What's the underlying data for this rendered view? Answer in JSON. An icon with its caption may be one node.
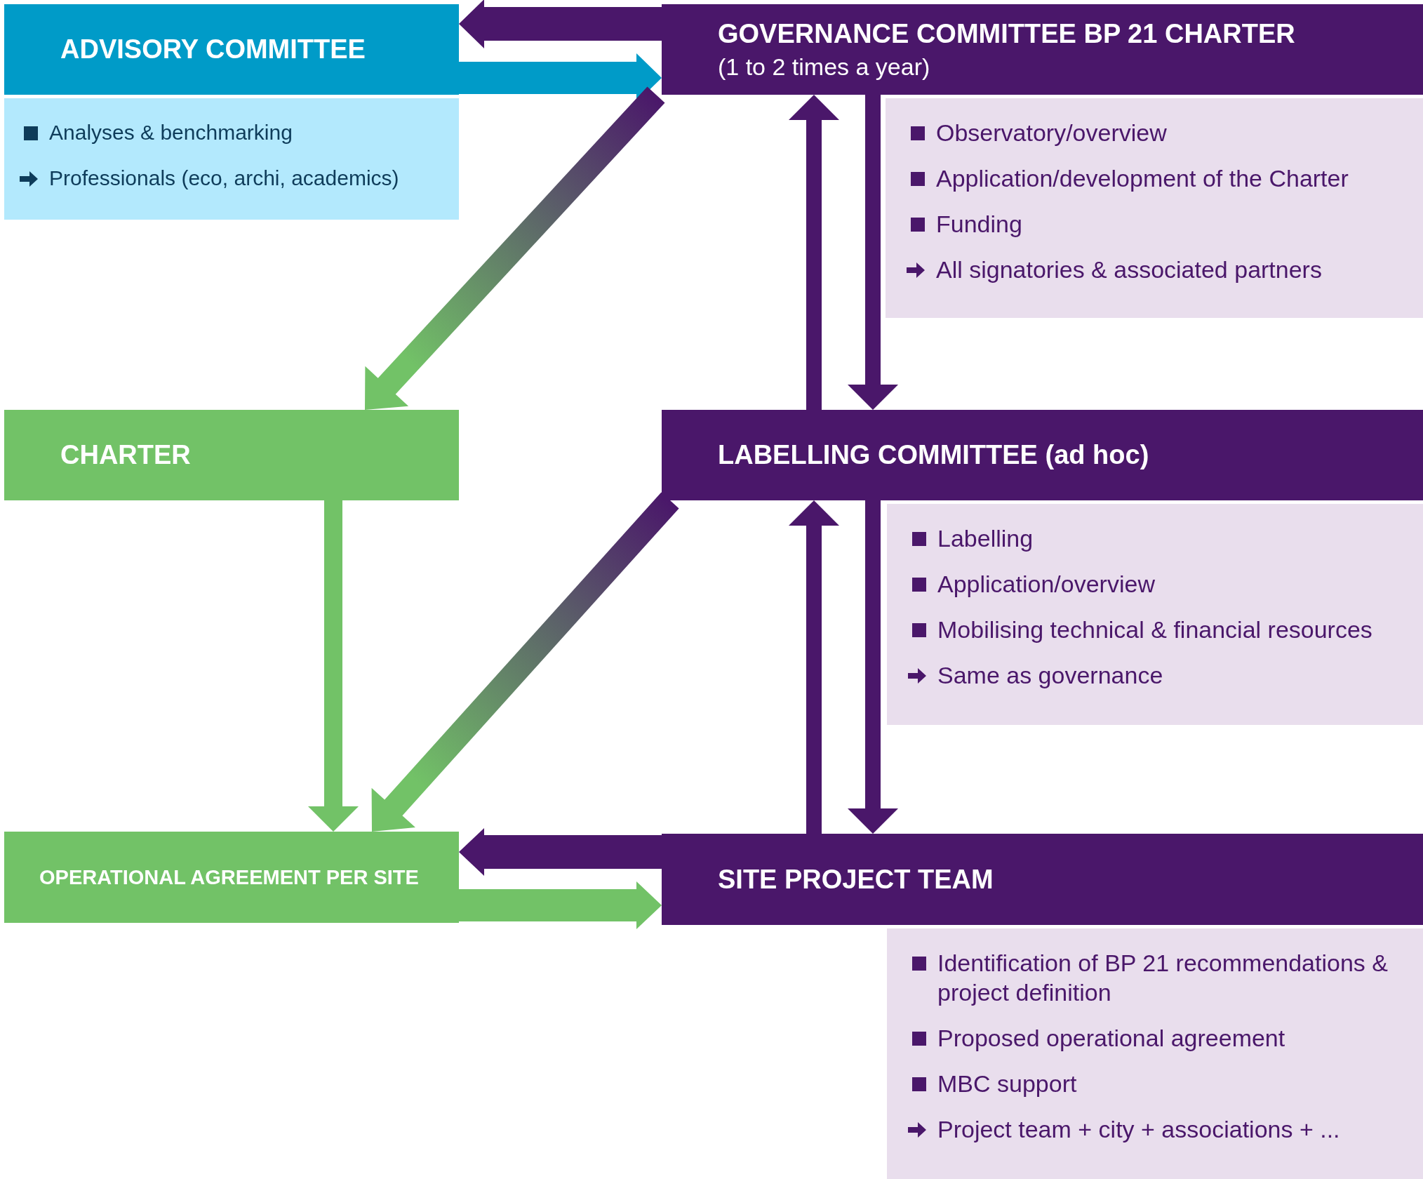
{
  "diagram": {
    "nodes": [
      {
        "text": [
          "ADVISORY COMMITTEE"
        ]
      },
      {
        "text": [
          "Analyses & benchmarking",
          "Professionals (eco, archi, academics)"
        ]
      },
      {
        "text": [
          "GOVERNANCE COMMITTEE BP 21 CHARTER",
          "(1 to 2 times a year)"
        ]
      },
      {
        "text": [
          "Observatory/overview",
          "Application/development of the Charter",
          "Funding",
          "All signatories & associated partners"
        ]
      },
      {
        "text": [
          "CHARTER"
        ]
      },
      {
        "text": [
          "LABELLING COMMITTEE (ad hoc)"
        ]
      },
      {
        "text": [
          "Labelling",
          "Application/overview",
          "Mobilising technical & financial resources",
          "Same as governance"
        ]
      },
      {
        "text": [
          "OPERATIONAL AGREEMENT PER SITE"
        ]
      },
      {
        "text": [
          "SITE PROJECT TEAM"
        ]
      },
      {
        "text": [
          "Identification of BP 21 recommendations & project definition",
          "Proposed operational agreement",
          "MBC support",
          "Project team + city + associations + ..."
        ]
      }
    ],
    "edges": [
      {
        "from": 2,
        "to": 0,
        "arrow": "to",
        "style": "thick"
      },
      {
        "from": 0,
        "to": 2,
        "arrow": "to",
        "style": "thick",
        "color": "#009bc8"
      },
      {
        "from": 2,
        "to": 4,
        "arrow": "to",
        "style": "thick",
        "color": "#72c267"
      },
      {
        "from": 5,
        "to": 2,
        "arrow": "to",
        "style": "thick"
      },
      {
        "from": 2,
        "to": 5,
        "arrow": "to",
        "style": "thick"
      },
      {
        "from": 4,
        "to": 7,
        "arrow": "to",
        "style": "thick",
        "color": "#72c267"
      },
      {
        "from": 5,
        "to": 7,
        "arrow": "to",
        "style": "thick",
        "color": "#72c267"
      },
      {
        "from": 8,
        "to": 5,
        "arrow": "to",
        "style": "thick"
      },
      {
        "from": 5,
        "to": 8,
        "arrow": "to",
        "style": "thick"
      },
      {
        "from": 8,
        "to": 7,
        "arrow": "to",
        "style": "thick"
      },
      {
        "from": 7,
        "to": 8,
        "arrow": "to",
        "style": "thick",
        "color": "#72c267"
      }
    ]
  }
}
